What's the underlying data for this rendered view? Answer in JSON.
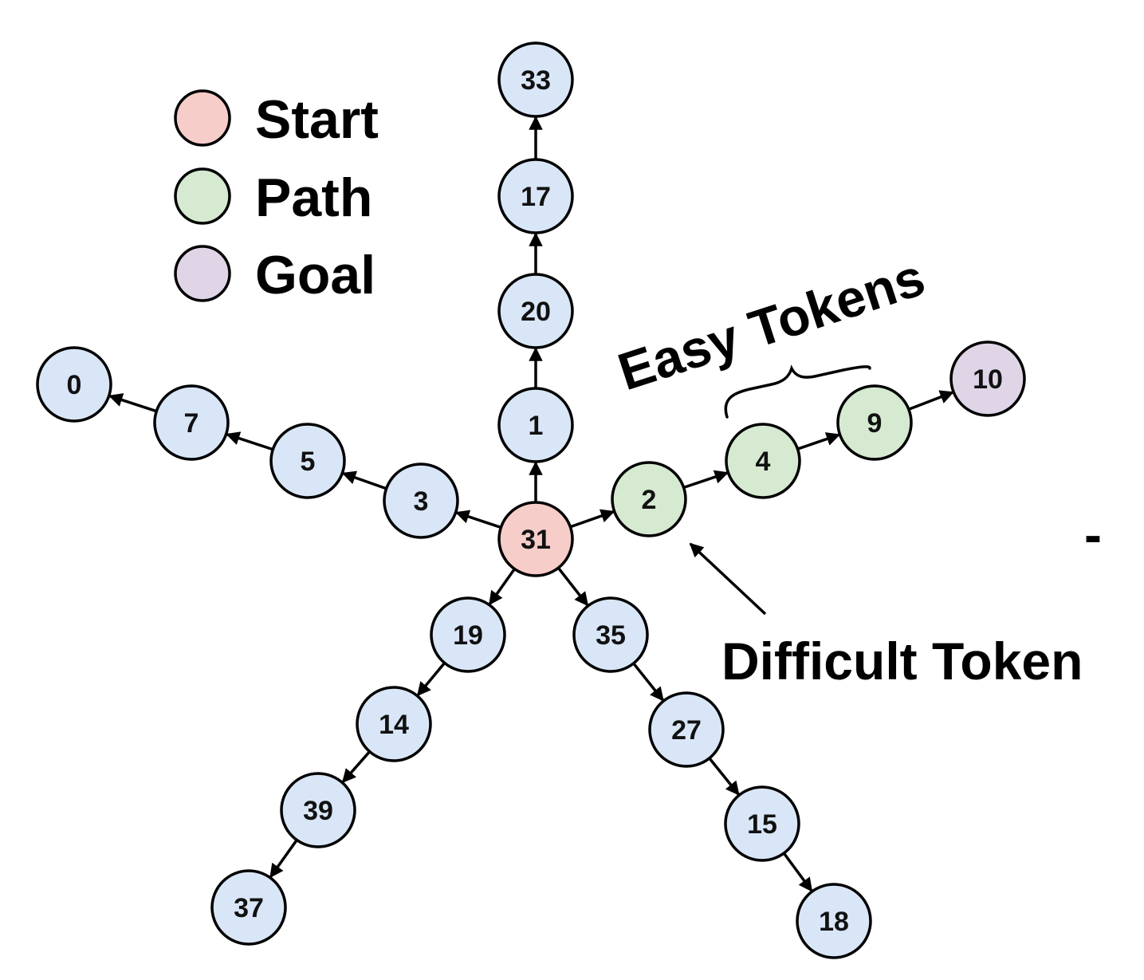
{
  "colors": {
    "start": "#f7cdc9",
    "path": "#d5ead1",
    "goal": "#e0d5e6",
    "other": "#d9e6f7",
    "stroke": "#000000"
  },
  "legend": [
    {
      "type": "start",
      "label": "Start"
    },
    {
      "type": "path",
      "label": "Path"
    },
    {
      "type": "goal",
      "label": "Goal"
    }
  ],
  "annotations": {
    "easy_tokens": "Easy Tokens",
    "difficult_token": "Difficult Token",
    "stray_mark": "-"
  },
  "graph": {
    "start": "31",
    "nodes": [
      {
        "id": "31",
        "type": "start"
      },
      {
        "id": "1",
        "type": "other"
      },
      {
        "id": "20",
        "type": "other"
      },
      {
        "id": "17",
        "type": "other"
      },
      {
        "id": "33",
        "type": "other"
      },
      {
        "id": "2",
        "type": "path"
      },
      {
        "id": "4",
        "type": "path"
      },
      {
        "id": "9",
        "type": "path"
      },
      {
        "id": "10",
        "type": "goal"
      },
      {
        "id": "3",
        "type": "other"
      },
      {
        "id": "5",
        "type": "other"
      },
      {
        "id": "7",
        "type": "other"
      },
      {
        "id": "0",
        "type": "other"
      },
      {
        "id": "19",
        "type": "other"
      },
      {
        "id": "14",
        "type": "other"
      },
      {
        "id": "39",
        "type": "other"
      },
      {
        "id": "37",
        "type": "other"
      },
      {
        "id": "35",
        "type": "other"
      },
      {
        "id": "27",
        "type": "other"
      },
      {
        "id": "15",
        "type": "other"
      },
      {
        "id": "18",
        "type": "other"
      }
    ],
    "edges": [
      [
        "31",
        "1"
      ],
      [
        "1",
        "20"
      ],
      [
        "20",
        "17"
      ],
      [
        "17",
        "33"
      ],
      [
        "31",
        "2"
      ],
      [
        "2",
        "4"
      ],
      [
        "4",
        "9"
      ],
      [
        "9",
        "10"
      ],
      [
        "31",
        "3"
      ],
      [
        "3",
        "5"
      ],
      [
        "5",
        "7"
      ],
      [
        "7",
        "0"
      ],
      [
        "31",
        "19"
      ],
      [
        "19",
        "14"
      ],
      [
        "14",
        "39"
      ],
      [
        "39",
        "37"
      ],
      [
        "31",
        "35"
      ],
      [
        "35",
        "27"
      ],
      [
        "27",
        "15"
      ],
      [
        "15",
        "18"
      ]
    ]
  }
}
